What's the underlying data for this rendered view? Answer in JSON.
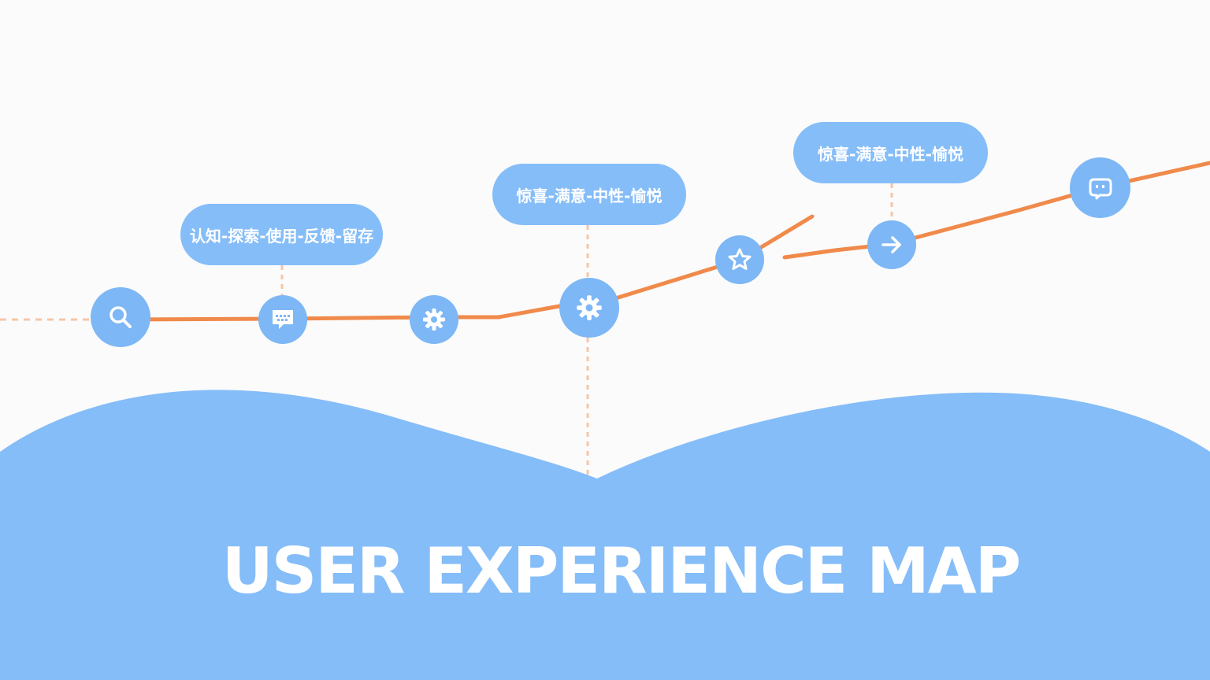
{
  "colors": {
    "background": "#fbfbfb",
    "accent_blue": "#85bdf8",
    "node_blue": "#7db7f5",
    "journey_line": "#f08a4b",
    "guide_dash": "#f6c6a6",
    "text_light": "#ffffff"
  },
  "title": "USER EXPERIENCE MAP",
  "callouts": [
    {
      "label": "认知-探索-使用-反馈-留存"
    },
    {
      "label": "惊喜-满意-中性-愉悦"
    },
    {
      "label": "惊喜-满意-中性-愉悦"
    }
  ],
  "nodes": [
    {
      "icon": "search-icon"
    },
    {
      "icon": "chat-icon"
    },
    {
      "icon": "gear-icon"
    },
    {
      "icon": "gear-icon"
    },
    {
      "icon": "star-icon"
    },
    {
      "icon": "arrow-right-icon"
    },
    {
      "icon": "bot-icon"
    }
  ]
}
